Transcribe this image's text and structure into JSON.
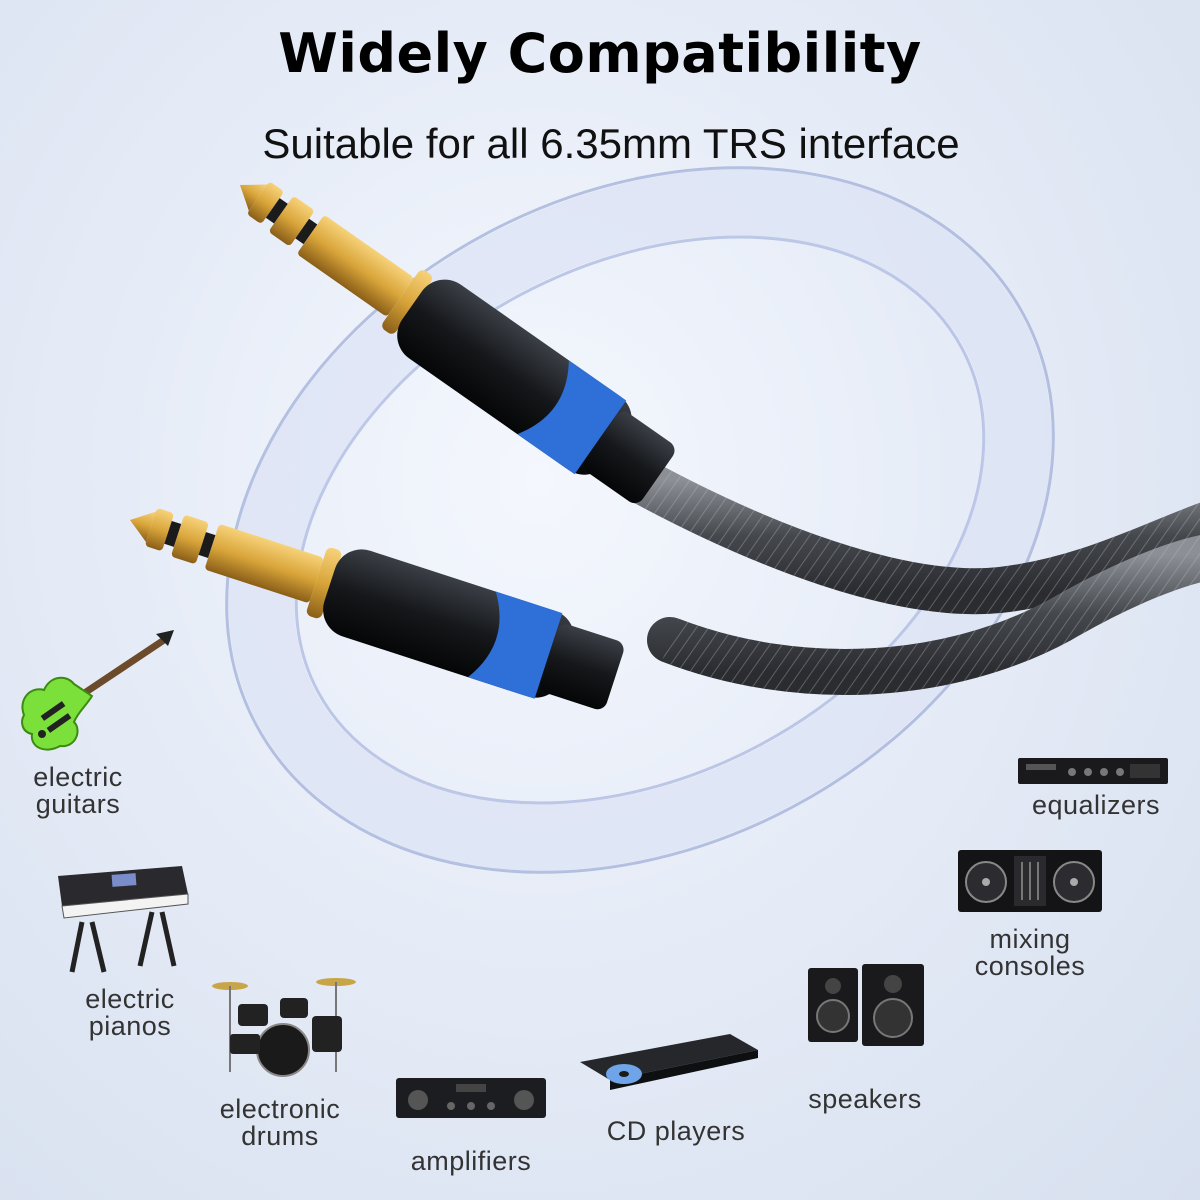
{
  "header": {
    "title": "Widely Compatibility",
    "subtitle": "Suitable for all 6.35mm TRS interface"
  },
  "devices": {
    "guitars": "electric\nguitars",
    "pianos": "electric\npianos",
    "drums": "electronic\ndrums",
    "amplifiers": "amplifiers",
    "cd_players": "CD players",
    "speakers": "speakers",
    "mixing": "mixing\nconsoles",
    "equalizers": "equalizers"
  },
  "icons": {
    "guitar": "guitar-icon",
    "keyboard": "keyboard-icon",
    "drums": "drum-kit-icon",
    "amplifier": "amplifier-icon",
    "cd_player": "cd-player-icon",
    "speakers": "speakers-icon",
    "mixer": "dj-mixer-icon",
    "equalizer": "equalizer-icon"
  },
  "colors": {
    "plug_gold": "#d9a53a",
    "accent_blue": "#2f6fd8",
    "guitar_green": "#7be03a"
  }
}
